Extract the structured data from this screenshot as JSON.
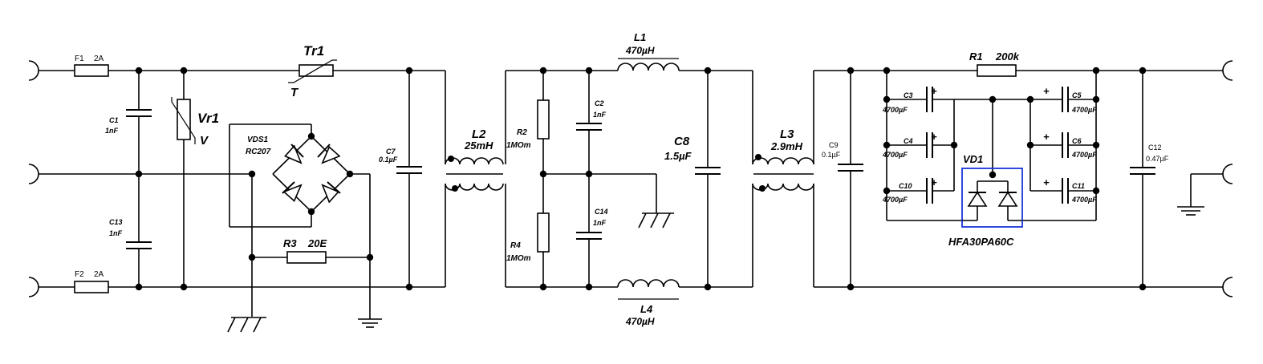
{
  "fuses": {
    "f1": {
      "ref": "F1",
      "value": "2A"
    },
    "f2": {
      "ref": "F2",
      "value": "2A"
    }
  },
  "capacitors": {
    "c1": {
      "ref": "C1",
      "value": "1nF"
    },
    "c13": {
      "ref": "C13",
      "value": "1nF"
    },
    "c7": {
      "ref": "C7",
      "value": "0.1µF"
    },
    "c2": {
      "ref": "C2",
      "value": "1nF"
    },
    "c14": {
      "ref": "C14",
      "value": "1nF"
    },
    "c8": {
      "ref": "C8",
      "value": "1.5µF"
    },
    "c9": {
      "ref": "C9",
      "value": "0.1µF"
    },
    "c12": {
      "ref": "C12",
      "value": "0.47µF"
    },
    "c3": {
      "ref": "C3",
      "value": "4700µF"
    },
    "c4": {
      "ref": "C4",
      "value": "4700µF"
    },
    "c10": {
      "ref": "C10",
      "value": "4700µF"
    },
    "c5": {
      "ref": "C5",
      "value": "4700µF"
    },
    "c6": {
      "ref": "C6",
      "value": "4700µF"
    },
    "c11": {
      "ref": "C11",
      "value": "4700µF"
    },
    "polarity": "+"
  },
  "varistor": {
    "ref": "Vr1",
    "param": "V"
  },
  "thermistor": {
    "ref": "Tr1",
    "param": "T"
  },
  "bridge": {
    "ref": "VDS1",
    "part": "RC207"
  },
  "resistors": {
    "r3": {
      "ref": "R3",
      "value": "20E"
    },
    "r2": {
      "ref": "R2",
      "value": "1MOm"
    },
    "r4": {
      "ref": "R4",
      "value": "1MOm"
    },
    "r1": {
      "ref": "R1",
      "value": "200k"
    }
  },
  "inductors": {
    "l1": {
      "ref": "L1",
      "value": "470µH"
    },
    "l4": {
      "ref": "L4",
      "value": "470µH"
    },
    "l2": {
      "ref": "L2",
      "value": "25mH"
    },
    "l3": {
      "ref": "L3",
      "value": "2.9mH"
    }
  },
  "diode": {
    "ref": "VD1",
    "part": "HFA30PA60C",
    "highlight_color": "#1a35d8"
  }
}
